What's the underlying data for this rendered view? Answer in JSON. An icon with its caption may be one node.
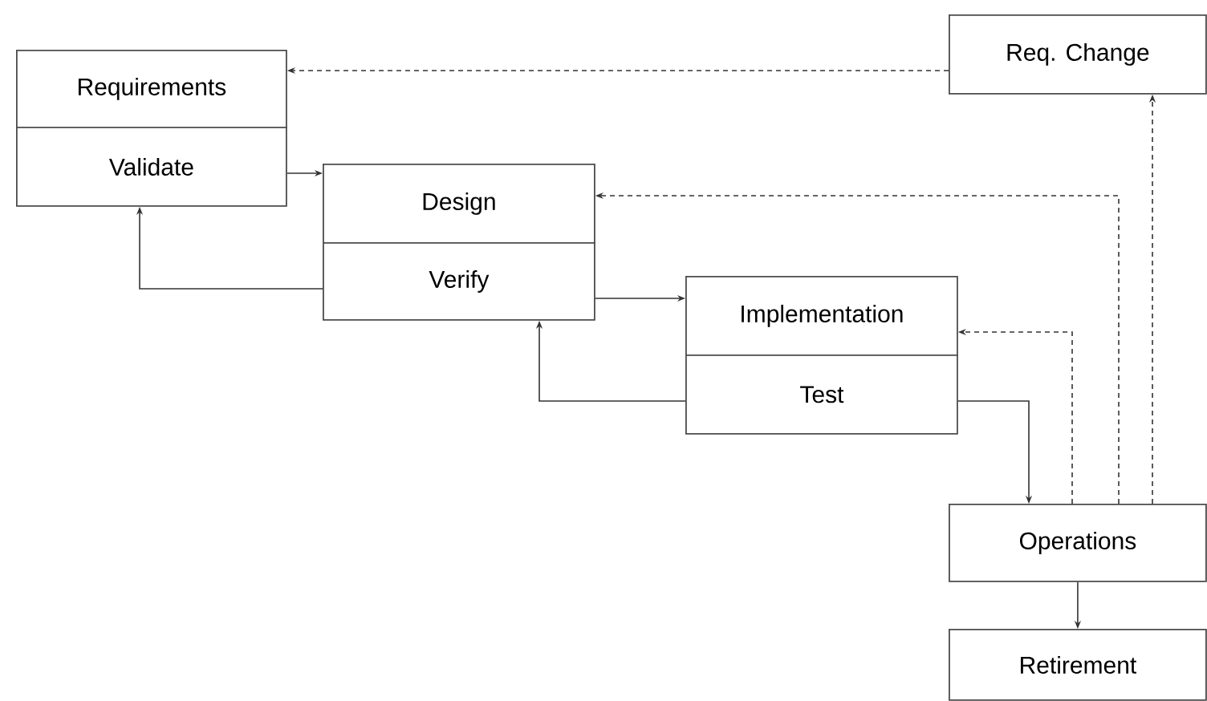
{
  "diagram": {
    "nodes": [
      {
        "text": [
          "Requirements"
        ]
      },
      {
        "text": [
          "Validate"
        ]
      },
      {
        "text": [
          "Design"
        ]
      },
      {
        "text": [
          "Verify"
        ]
      },
      {
        "text": [
          "Implementation"
        ]
      },
      {
        "text": [
          "Test"
        ]
      },
      {
        "text": [
          "Req. Change"
        ]
      },
      {
        "text": [
          "Operations"
        ]
      },
      {
        "text": [
          "Retirement"
        ]
      }
    ],
    "edges": [
      {
        "from": 1,
        "to": 2,
        "arrow": "to"
      },
      {
        "from": 3,
        "to": 1,
        "arrow": "to"
      },
      {
        "from": 3,
        "to": 4,
        "arrow": "to"
      },
      {
        "from": 5,
        "to": 3,
        "arrow": "to"
      },
      {
        "from": 5,
        "to": 7,
        "arrow": "to"
      },
      {
        "from": 7,
        "to": 8,
        "arrow": "to"
      },
      {
        "from": 7,
        "to": 4,
        "arrow": "to",
        "style": "dashed"
      },
      {
        "from": 7,
        "to": 2,
        "arrow": "to",
        "style": "dashed"
      },
      {
        "from": 7,
        "to": 6,
        "arrow": "to",
        "style": "dashed"
      },
      {
        "from": 6,
        "to": 0,
        "arrow": "to",
        "style": "dashed"
      }
    ]
  }
}
